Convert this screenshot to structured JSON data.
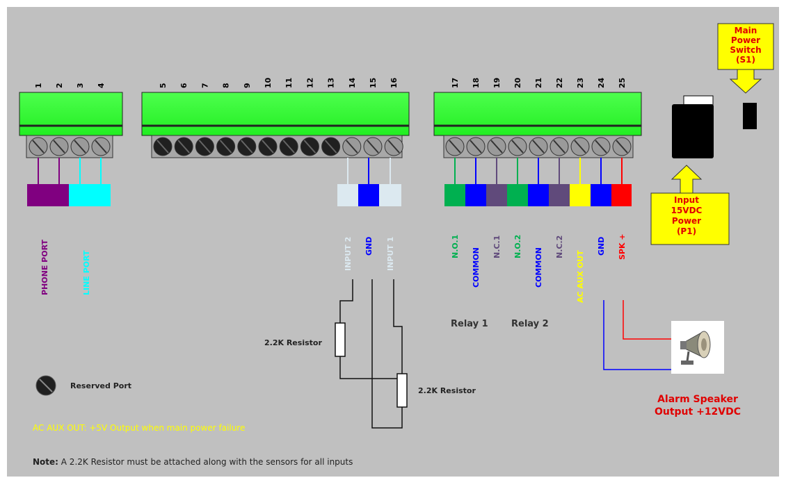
{
  "terminal_blocks": [
    {
      "id": "block-a",
      "pins": [
        "1",
        "2",
        "3",
        "4"
      ]
    },
    {
      "id": "block-b",
      "pins": [
        "5",
        "6",
        "7",
        "8",
        "9",
        "10",
        "11",
        "12",
        "13",
        "14",
        "15",
        "16"
      ]
    },
    {
      "id": "block-c",
      "pins": [
        "17",
        "18",
        "19",
        "20",
        "21",
        "22",
        "23",
        "24",
        "25"
      ]
    }
  ],
  "port_labels": {
    "phone": "PHONE PORT",
    "line": "LINE PORT",
    "input2": "INPUT 2",
    "gnd_in": "GND",
    "input1": "INPUT 1",
    "no1": "N.O.1",
    "common1": "COMMON",
    "nc1": "N.C.1",
    "no2": "N.O.2",
    "common2": "COMMON",
    "nc2": "N.C.2",
    "ac_aux": "AC AUX OUT",
    "gnd_out": "GND",
    "spk": "SPK +"
  },
  "relays": {
    "relay1": "Relay 1",
    "relay2": "Relay 2"
  },
  "callouts": {
    "main_power": [
      "Main",
      "Power",
      "Switch",
      "(S1)"
    ],
    "input_power": [
      "Input",
      "15VDC",
      "Power",
      "(P1)"
    ]
  },
  "resistors": {
    "r1": "2.2K Resistor",
    "r2": "2.2K Resistor"
  },
  "legend": {
    "reserved": "Reserved Port"
  },
  "alarm": [
    "Alarm Speaker",
    "Output +12VDC"
  ],
  "notes": {
    "aux": "AC AUX OUT: +5V Output when main power failure",
    "note_bold": "Note:",
    "note_text": " A 2.2K Resistor must be attached along with the sensors for all inputs"
  },
  "colors": {
    "background": "#c0c0c0",
    "terminal_green": "#33ff33",
    "screw_gray": "#9a9a9a",
    "screw_black": "#202020",
    "phone": "#800080",
    "line": "#00ffff",
    "input_white": "#dce9f0",
    "gnd_blue": "#0000ff",
    "no_green": "#00b050",
    "common_blue": "#0000ff",
    "nc_purple": "#604a7b",
    "aux_yellow": "#ffff00",
    "spk_red": "#ff0000",
    "callout_yellow": "#ffff00"
  }
}
